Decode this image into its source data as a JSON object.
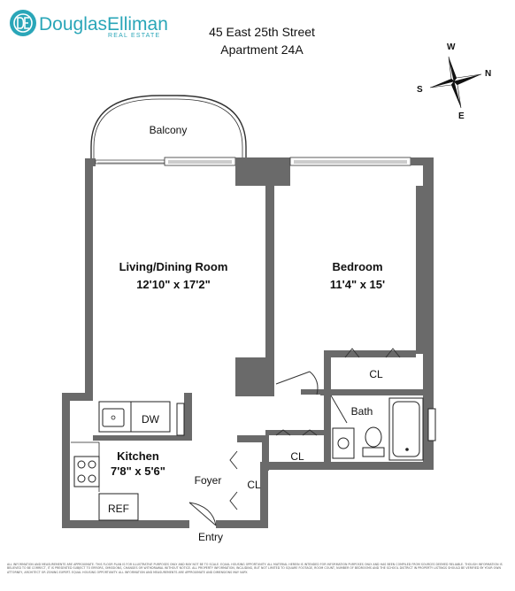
{
  "brand": {
    "name": "DouglasElliman",
    "tagline": "REAL ESTATE",
    "color": "#2aa6b8"
  },
  "header": {
    "address": "45 East 25th Street",
    "unit": "Apartment 24A"
  },
  "compass": {
    "north": "N",
    "south": "S",
    "east": "E",
    "west": "W"
  },
  "rooms": {
    "balcony": "Balcony",
    "living_name": "Living/Dining Room",
    "living_size": "12'10\" x 17'2\"",
    "bedroom_name": "Bedroom",
    "bedroom_size": "11'4\" x 15'",
    "kitchen_name": "Kitchen",
    "kitchen_size": "7'8\" x 5'6\"",
    "dw": "DW",
    "ref": "REF",
    "bath": "Bath",
    "foyer": "Foyer",
    "closet_bedroom": "CL",
    "closet_hall": "CL",
    "closet_foyer": "CL",
    "entry": "Entry"
  },
  "disclaimer": "ALL INFORMATION AND MEASUREMENTS ARE APPROXIMATE. THIS FLOOR PLAN IS FOR ILLUSTRATIVE PURPOSES ONLY AND MAY NOT BE TO SCALE. EQUAL HOUSING OPPORTUNITY. ALL MATERIAL HEREIN IS INTENDED FOR INFORMATION PURPOSES ONLY AND HAS BEEN COMPILED FROM SOURCES DEEMED RELIABLE. THOUGH INFORMATION IS BELIEVED TO BE CORRECT, IT IS PRESENTED SUBJECT TO ERRORS, OMISSIONS, CHANGES OR WITHDRAWAL WITHOUT NOTICE. ALL PROPERTY INFORMATION, INCLUDING, BUT NOT LIMITED TO SQUARE FOOTAGE, ROOM COUNT, NUMBER OF BEDROOMS AND THE SCHOOL DISTRICT IN PROPERTY LISTINGS SHOULD BE VERIFIED BY YOUR OWN ATTORNEY, ARCHITECT OR ZONING EXPERT. EQUAL HOUSING OPPORTUNITY. ALL INFORMATION AND MEASUREMENTS ARE APPROXIMATE AND DIMENSIONS MAY VARY."
}
